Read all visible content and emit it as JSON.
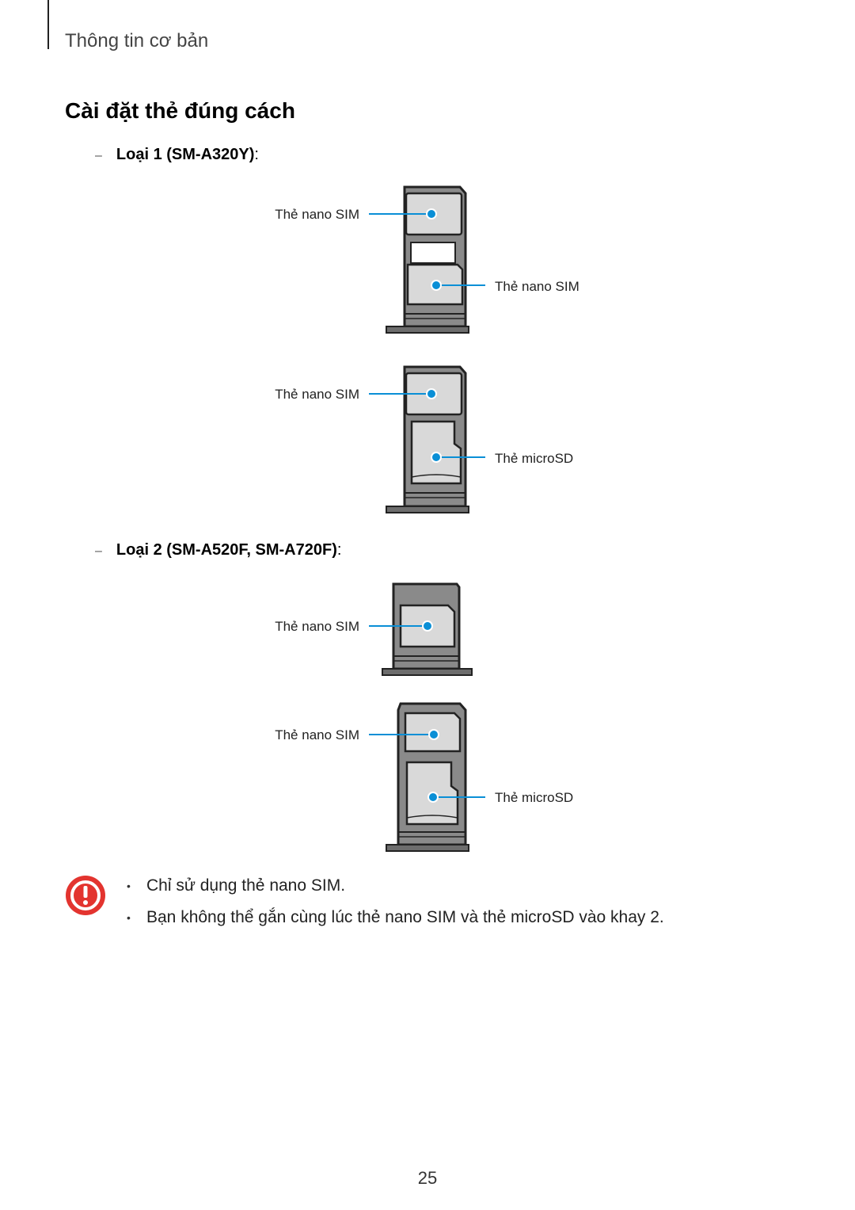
{
  "header": {
    "section": "Thông tin cơ bản"
  },
  "title": "Cài đặt thẻ đúng cách",
  "types": [
    {
      "dash": "–",
      "label": "Loại 1 ",
      "model": "(SM-A320Y)",
      "colon": ":"
    },
    {
      "dash": "–",
      "label": "Loại 2 ",
      "model": "(SM-A520F, SM-A720F)",
      "colon": ":"
    }
  ],
  "callouts": {
    "t1a_left": "Thẻ nano SIM",
    "t1a_right": "Thẻ nano SIM",
    "t1b_left": "Thẻ nano SIM",
    "t1b_right": "Thẻ microSD",
    "t2a_left": "Thẻ nano SIM",
    "t2b_left": "Thẻ nano SIM",
    "t2b_right": "Thẻ microSD"
  },
  "notes": [
    "Chỉ sử dụng thẻ nano SIM.",
    "Bạn không thể gắn cùng lúc thẻ nano SIM và thẻ microSD vào khay 2."
  ],
  "page_number": "25",
  "colors": {
    "callout_dot": "#0a8fd6",
    "warning": "#e3342f",
    "tray": "#8a8a8a",
    "card": "#d9d9d9"
  }
}
